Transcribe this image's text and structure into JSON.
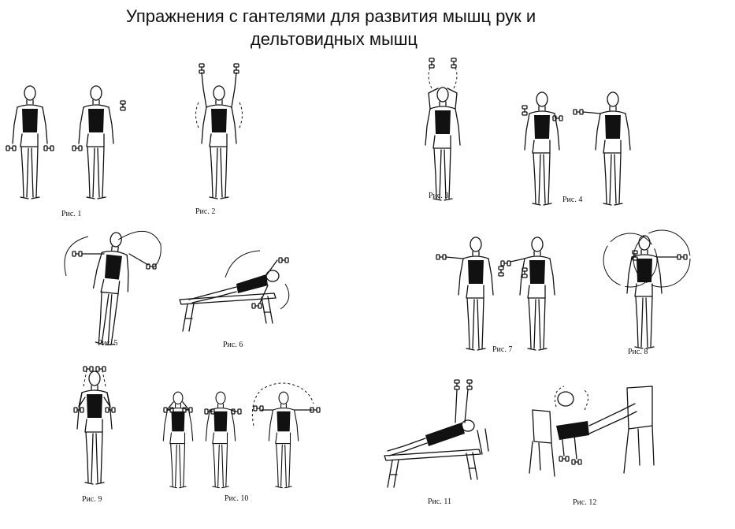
{
  "title": {
    "line1": "Упражнения с гантелями для развития мышц рук и",
    "line2": "дельтовидных мышц"
  },
  "figures": [
    {
      "id": 1,
      "caption": "Рис. 1"
    },
    {
      "id": 2,
      "caption": "Рис. 2"
    },
    {
      "id": 3,
      "caption": "Рис. 3"
    },
    {
      "id": 4,
      "caption": "Рис. 4"
    },
    {
      "id": 5,
      "caption": "Рис. 5"
    },
    {
      "id": 6,
      "caption": "Рис. 6"
    },
    {
      "id": 7,
      "caption": "Рис. 7"
    },
    {
      "id": 8,
      "caption": "Рис. 8"
    },
    {
      "id": 9,
      "caption": "Рис. 9"
    },
    {
      "id": 10,
      "caption": "Рис. 10"
    },
    {
      "id": 11,
      "caption": "Рис. 11"
    },
    {
      "id": 12,
      "caption": "Рис. 12"
    }
  ]
}
